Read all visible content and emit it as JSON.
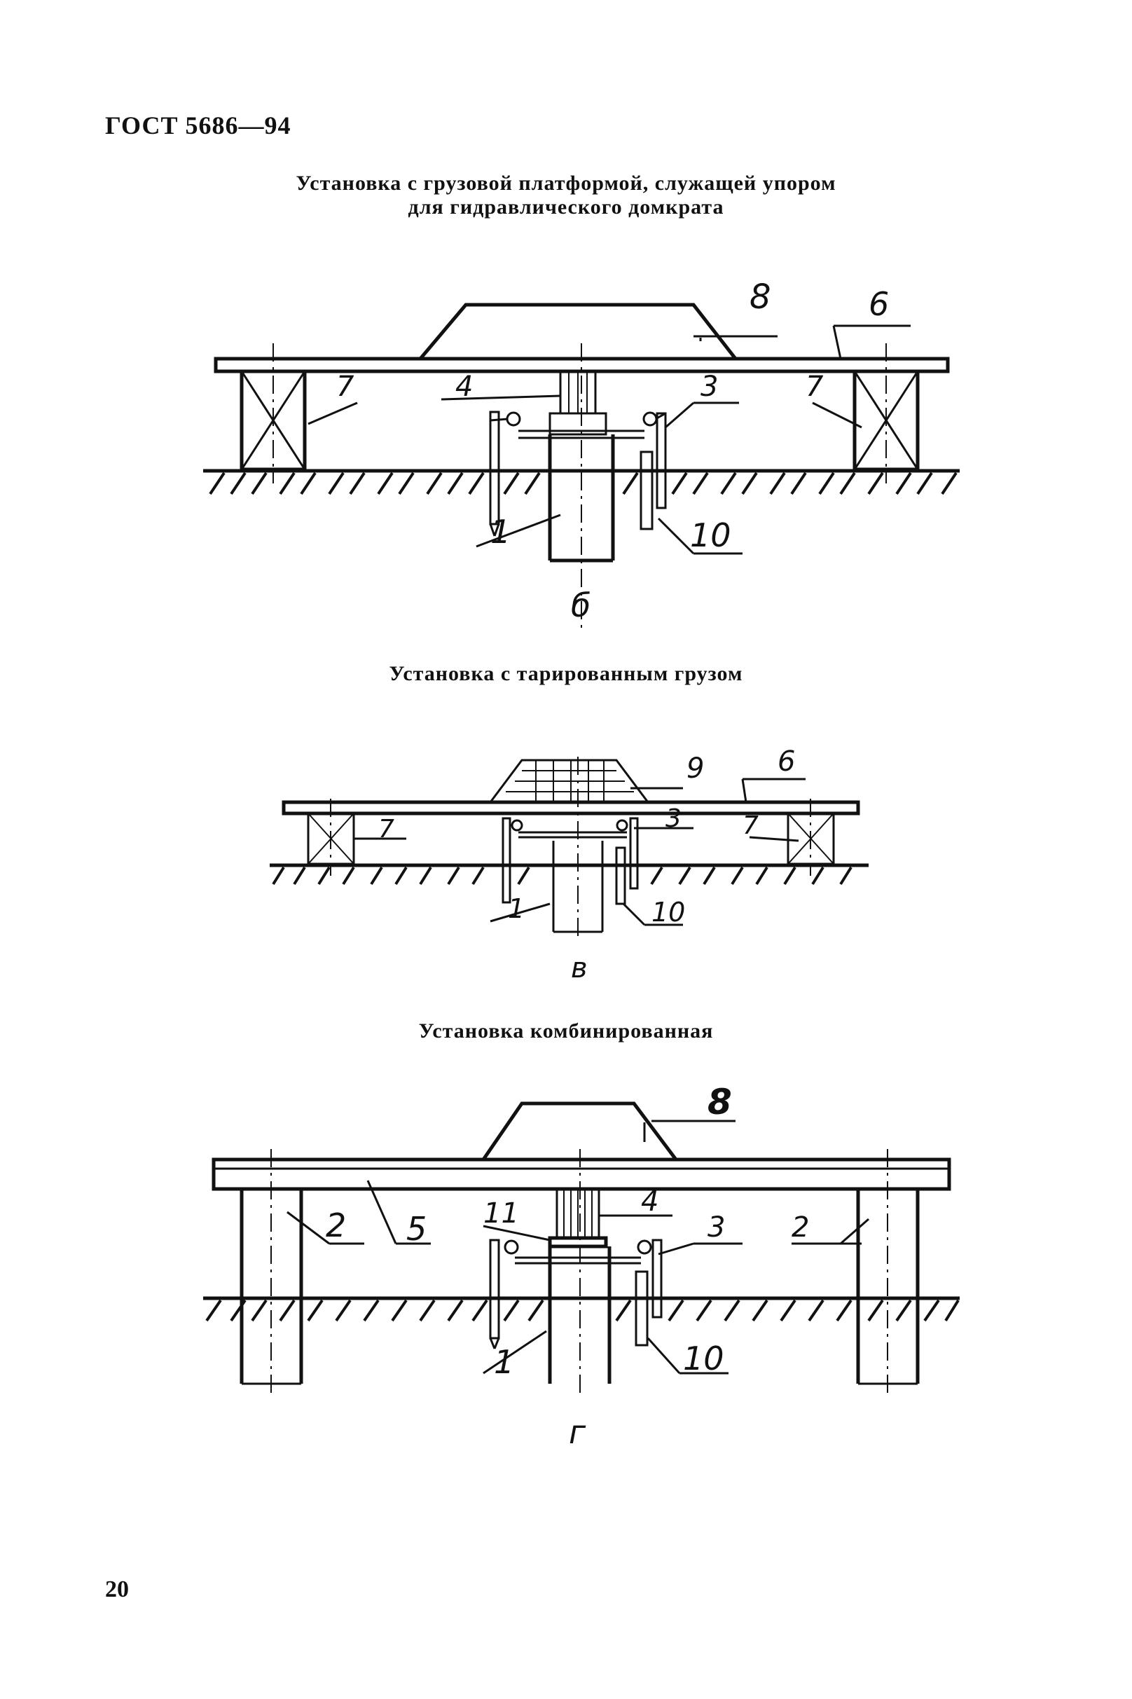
{
  "header": "ГОСТ 5686—94",
  "page_number": "20",
  "figures": [
    {
      "caption_lines": [
        "Установка с грузовой платформой, служащей упором",
        "для гидравлического домкрата"
      ],
      "letter": "б",
      "labels": {
        "n8": "8",
        "n6": "6",
        "n7a": "7",
        "n7b": "7",
        "n4": "4",
        "n3": "3",
        "n1": "1",
        "n10": "10"
      }
    },
    {
      "caption_lines": [
        "Установка с тарированным грузом"
      ],
      "letter": "в",
      "labels": {
        "n9": "9",
        "n6": "6",
        "n7a": "7",
        "n7b": "7",
        "n3": "3",
        "n1": "1",
        "n10": "10"
      }
    },
    {
      "caption_lines": [
        "Установка комбинированная"
      ],
      "letter": "г",
      "labels": {
        "n8": "8",
        "n2a": "2",
        "n5": "5",
        "n11": "11",
        "n4": "4",
        "n3": "3",
        "n2b": "2",
        "n1": "1",
        "n10": "10"
      }
    }
  ]
}
